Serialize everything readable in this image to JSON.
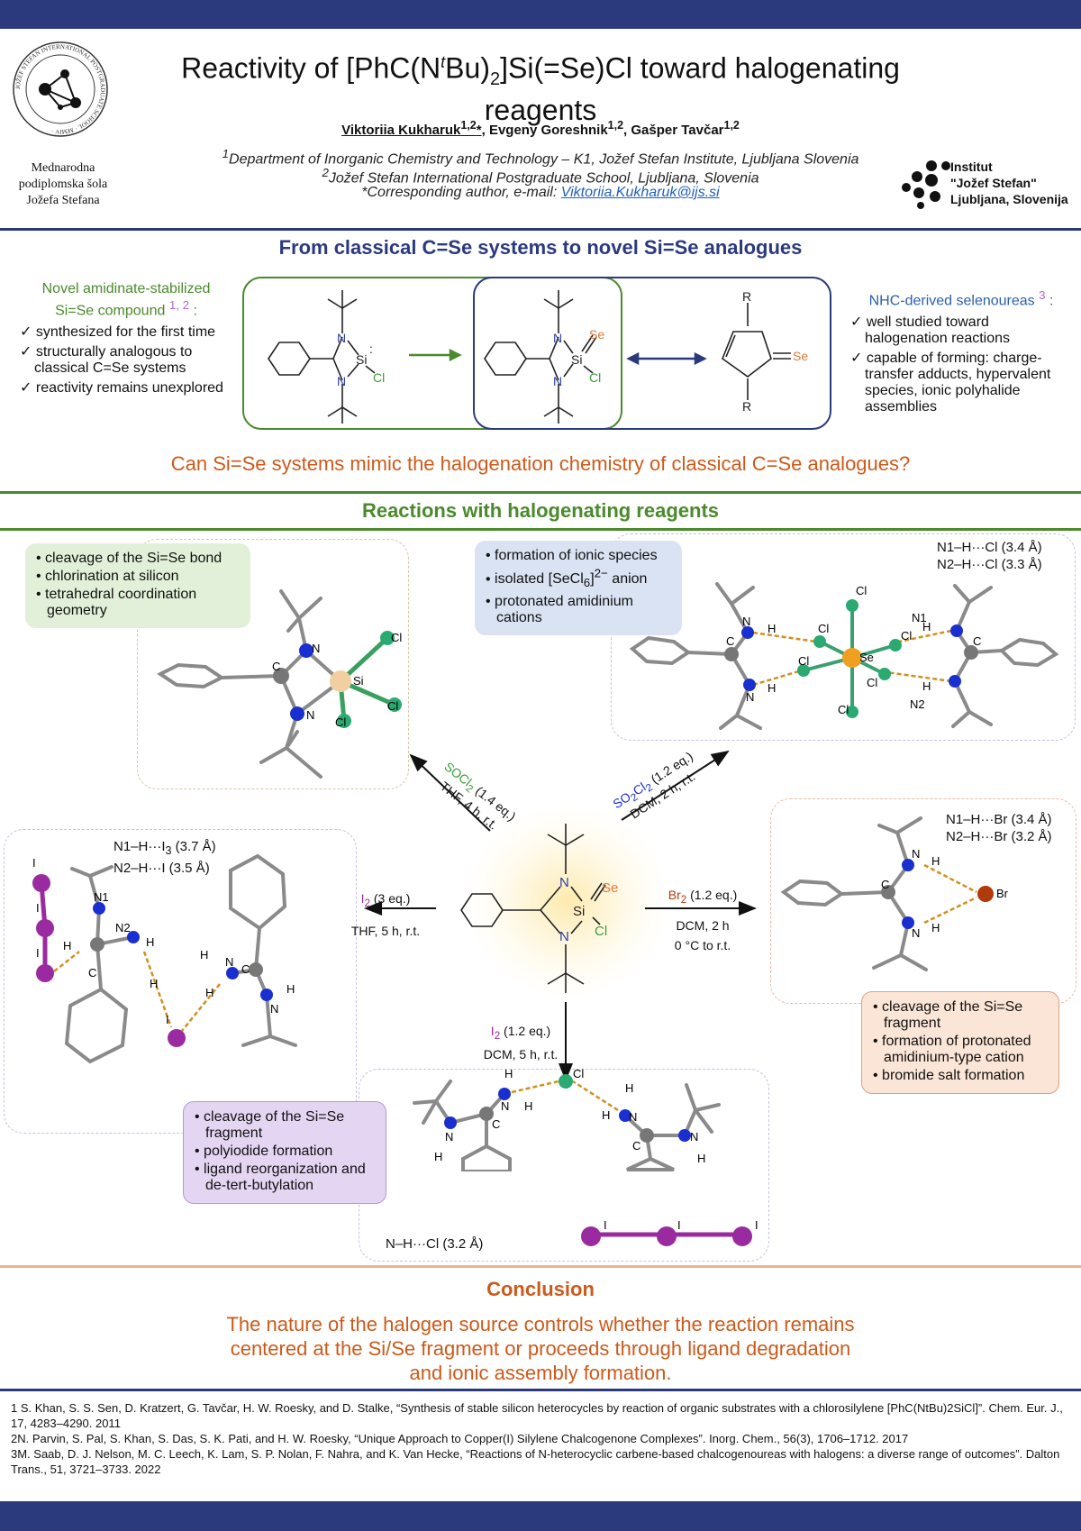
{
  "header": {
    "title_line1": "Reactivity of [PhC(NtBu)2]Si(=Se)Cl toward halogenating",
    "title_line2": "reagents",
    "authors": "Viktoriia Kukharuk1,2*, Evgeny Goreshnik1,2, Gašper Tavčar1,2",
    "affil1": "1Department of Inorganic Chemistry and Technology – K1, Jožef Stefan Institute, Ljubljana Slovenia",
    "affil2": "2Jožef Stefan International Postgraduate School, Ljubljana, Slovenia",
    "corresponding_prefix": "*Corresponding author, e-mail: ",
    "email": "Viktoriia.Kukharuk@ijs.si",
    "left_logo_text": [
      "Mednarodna",
      "podiplomska šola",
      "Jožefa Stefana"
    ],
    "left_logo_ring_text": "JOŽEF STEFAN INTERNATIONAL POSTGRADUATE SCHOOL · MMIV ·",
    "right_logo_text": [
      "Institut",
      "\"Jožef Stefan\"",
      "Ljubljana, Slovenija"
    ]
  },
  "section1": {
    "title": "From classical C=Se systems to novel Si=Se analogues",
    "left_heading": "Novel amidinate-stabilized Si=Se compound 1, 2 :",
    "left_items": [
      "synthesized for the first time",
      "structurally analogous to classical C=Se systems",
      "reactivity remains unexplored"
    ],
    "right_heading": "NHC-derived selenoureas 3 :",
    "right_items": [
      "well studied toward halogenation reactions",
      "capable of forming: charge-transfer adducts, hypervalent species, ionic polyhalide assemblies"
    ],
    "question": "Can Si=Se systems mimic the halogenation chemistry of classical C=Se analogues?"
  },
  "section2": {
    "title": "Reactions with halogenating reagents",
    "box_green": [
      "cleavage of the Si=Se bond",
      "chlorination at silicon",
      "tetrahedral coordination geometry"
    ],
    "box_blue": [
      "formation of ionic species",
      "isolated [SeCl6]2− anion",
      "protonated amidinium cations"
    ],
    "box_orange": [
      "cleavage of the Si=Se fragment",
      "formation of protonated amidinium-type cation",
      "bromide salt formation"
    ],
    "box_purple": [
      "cleavage of the Si=Se fragment",
      "polyiodide formation",
      "ligand reorganization and de-tert-butylation"
    ],
    "cond_socl2": [
      "SOCl2 (1.4 eq.)",
      "THF, 4 h, r.t."
    ],
    "cond_so2cl2": [
      "SO2Cl2 (1.2 eq.)",
      "DCM, 2 h, r.t."
    ],
    "cond_i2_3": [
      "I2 (3 eq.)",
      "THF, 5 h, r.t."
    ],
    "cond_br2": [
      "Br2 (1.2 eq.)",
      "DCM, 2 h",
      "0 °C to r.t."
    ],
    "cond_i2_12": [
      "I2 (1.2 eq.)",
      "DCM, 5 h, r.t."
    ],
    "hb_secl6": [
      "N1–H···Cl (3.4 Å)",
      "N2–H···Cl (3.3 Å)"
    ],
    "hb_br": [
      "N1–H···Br (3.4 Å)",
      "N2–H···Br (3.2 Å)"
    ],
    "hb_i3": [
      "N1–H···I3 (3.7 Å)",
      "N2–H···I (3.5 Å)"
    ],
    "hb_cl": "N–H···Cl (3.2 Å)"
  },
  "conclusion": {
    "title": "Conclusion",
    "text": [
      "The nature of the halogen source controls whether the reaction remains",
      "centered at the Si/Se fragment or proceeds through ligand degradation",
      "and ionic assembly formation."
    ]
  },
  "references": [
    "1 S. Khan, S. S. Sen, D. Kratzert, G. Tavčar, H. W. Roesky, and D. Stalke, “Synthesis of stable silicon heterocycles by reaction of organic substrates with a chlorosilylene [PhC(NtBu)2SiCl]”. Chem. Eur. J., 17, 4283–4290. 2011",
    "2N. Parvin, S. Pal, S. Khan, S. Das, S. K. Pati, and H. W. Roesky, “Unique Approach to Copper(I) Silylene Chalcogenone Complexes”. Inorg. Chem., 56(3), 1706–1712. 2017",
    "3M. Saab, D. J. Nelson, M. C. Leech, K. Lam, S. P. Nolan, F. Nahra, and K. Van Hecke, “Reactions of N-heterocyclic carbene-based chalcogenoureas with halogens: a diverse range of outcomes”. Dalton Trans., 51, 3721–3733. 2022"
  ],
  "atoms": {
    "N": "N",
    "Si": "Si",
    "Se": "Se",
    "Cl": "Cl",
    "C": "C",
    "H": "H",
    "R": "R",
    "Br": "Br",
    "I": "I",
    "N1": "N1",
    "N2": "N2"
  },
  "colors": {
    "navy": "#2b3a7d",
    "green": "#4a8a2c",
    "orange": "#cc5a1a",
    "blue": "#2a3fa0",
    "green_box": "#e2f0d9",
    "blue_box": "#dae3f3",
    "orange_box": "#fbe5d6",
    "purple_box": "#e4d5f2"
  }
}
